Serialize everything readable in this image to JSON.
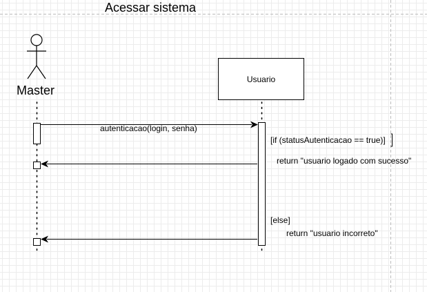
{
  "title": "Acessar sistema",
  "actor": {
    "name": "Master",
    "icon": "stick-figure-actor-icon"
  },
  "lifeline": {
    "name": "Usuario"
  },
  "messages": {
    "call": "autenticacao(login, senha)",
    "if_guard": "[if (statusAutenticacao == true)]",
    "return_success": "return \"usuario logado com sucesso\"",
    "else_guard": "[else]",
    "return_failure": "return \"usuario incorreto\""
  },
  "colors": {
    "line": "#000000",
    "grid": "#ececec",
    "guide": "#bbbbbb"
  }
}
